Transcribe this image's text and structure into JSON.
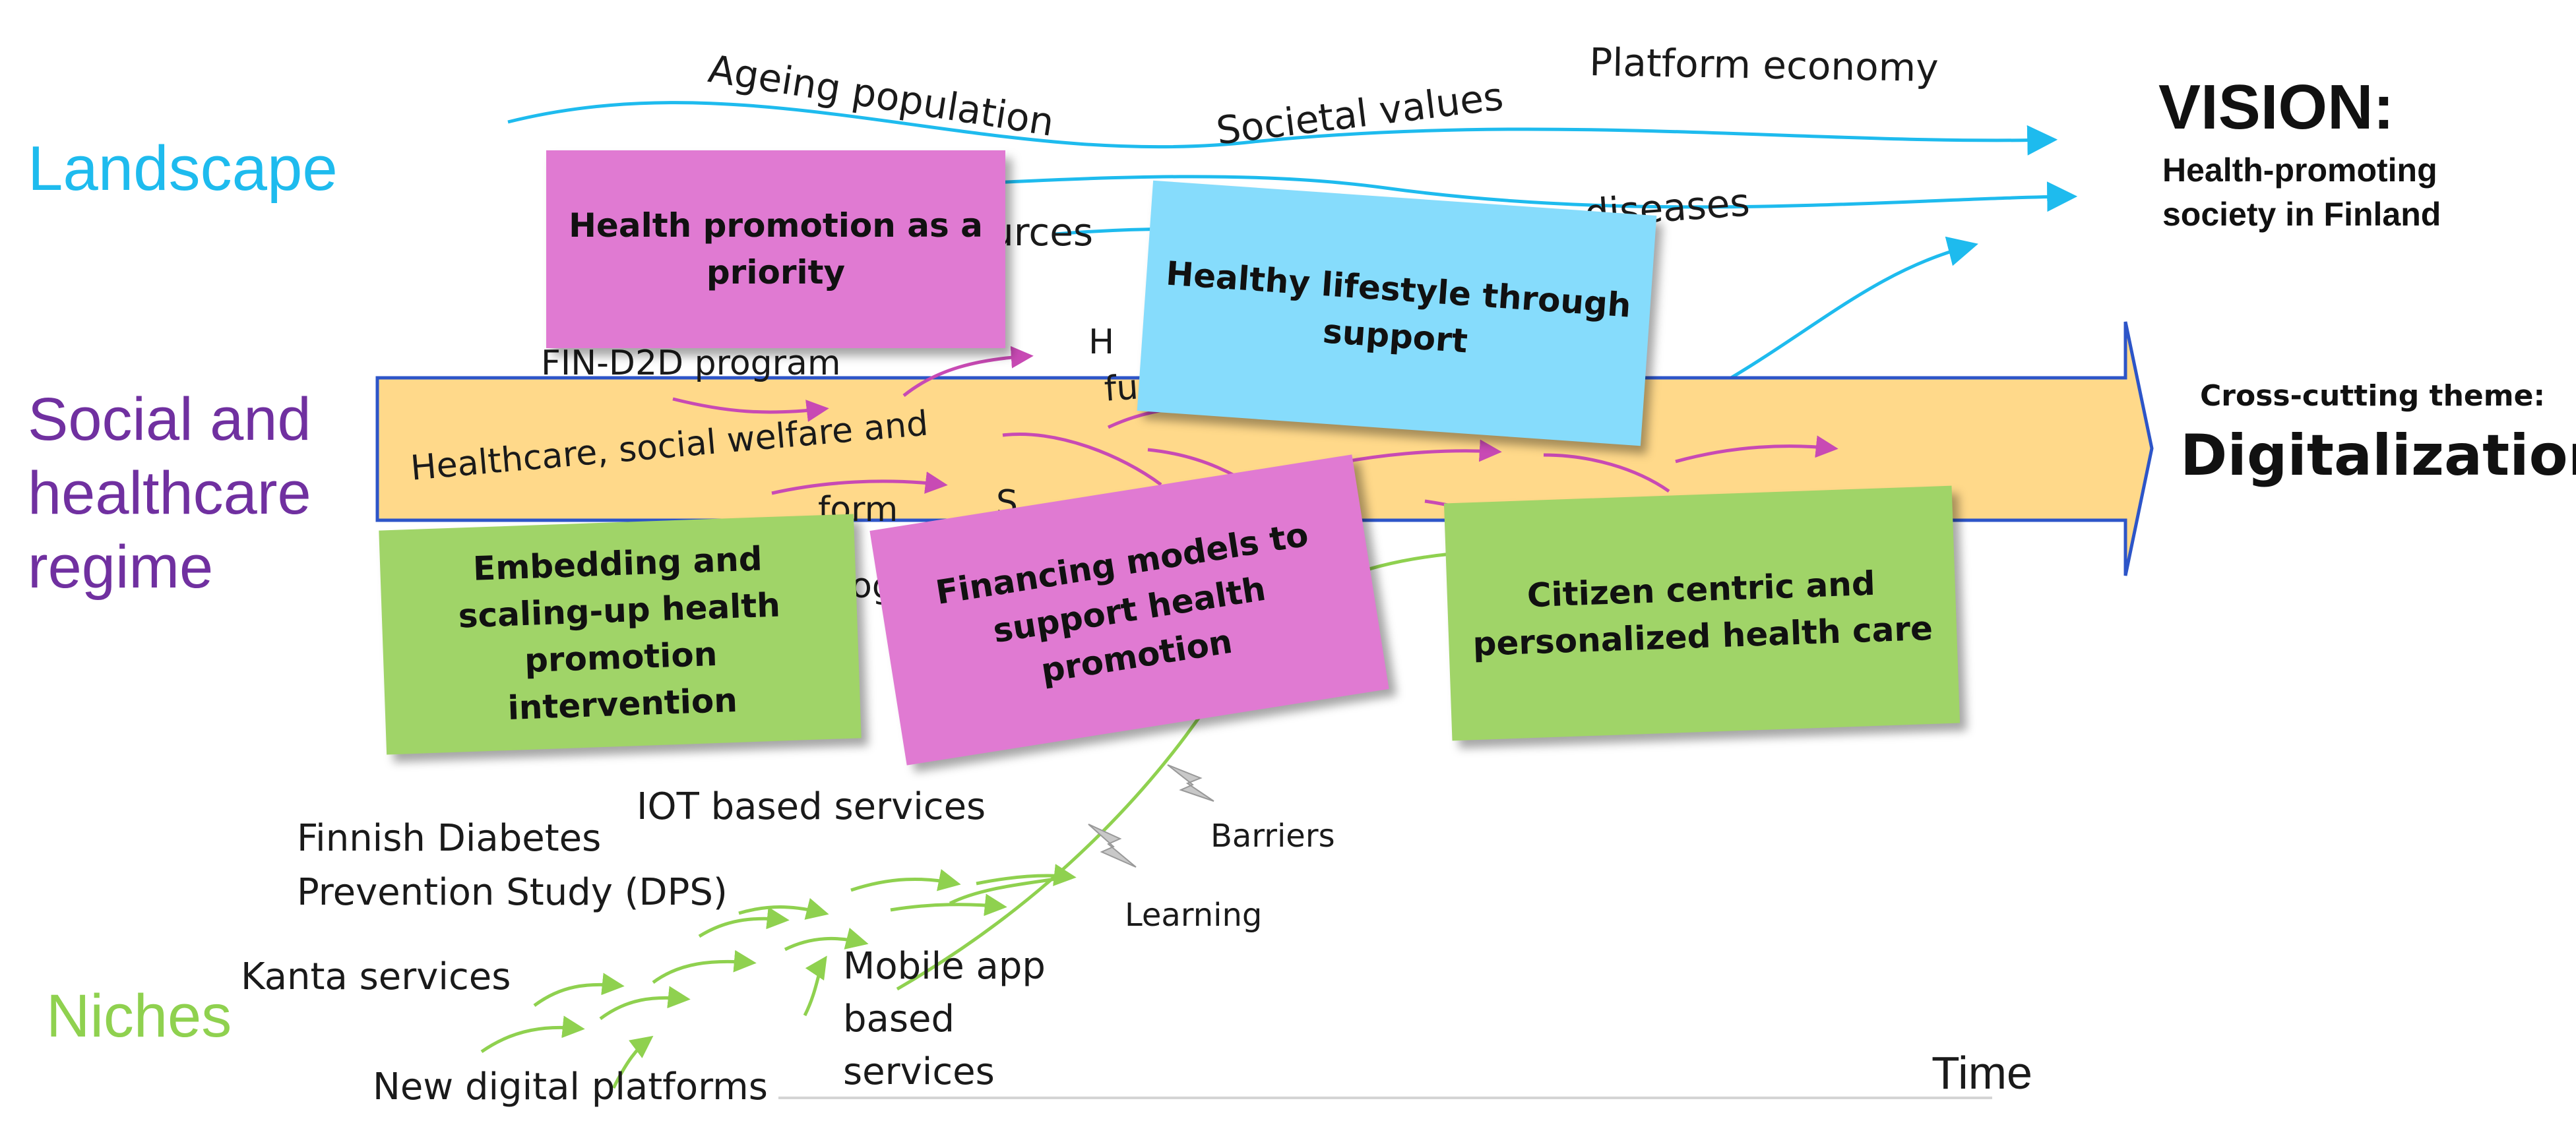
{
  "levels": {
    "landscape": "Landscape",
    "regime": "Social and healthcare regime",
    "niches": "Niches"
  },
  "landscape_labels": {
    "ageing": "Ageing population",
    "societal": "Societal values",
    "platform": "Platform economy",
    "resources": "urces",
    "diseases": "diseases"
  },
  "regime_labels": {
    "find2d": "FIN-D2D program",
    "ht": "H",
    "funding": "fundi",
    "healthcare_a": "Healthcare, social welfare and",
    "healthcare_b": "form",
    "s4": "S",
    "og": "og"
  },
  "niche_labels": {
    "iot": "IOT based services",
    "dps_a": "Finnish Diabetes",
    "dps_b": "Prevention Study (DPS)",
    "kanta": "Kanta services",
    "newdig": "New digital platforms",
    "mobile_a": "Mobile app",
    "mobile_b": "based",
    "mobile_c": "services",
    "barriers": "Barriers",
    "learning": "Learning"
  },
  "vision": {
    "title": "VISION:",
    "line1": "Health-promoting",
    "line2": "society in Finland"
  },
  "crosscut": {
    "small": "Cross-cutting theme:",
    "big": "Digitalization"
  },
  "time_label": "Time",
  "notes": {
    "n1": [
      "Health promotion as a",
      "priority"
    ],
    "n2": [
      "Healthy lifestyle through",
      "support"
    ],
    "n3": [
      "Embedding and",
      "scaling-up health",
      "promotion",
      "intervention"
    ],
    "n4": [
      "Financing models to",
      "support health",
      "promotion"
    ],
    "n5": [
      "Citizen centric and",
      "personalized health care"
    ]
  },
  "colors": {
    "landscape": "#1ebbee",
    "regime": "#7030a0",
    "niches": "#8fd14f",
    "arrow_fill": "#ffd98a",
    "arrow_stroke": "#2d55c8",
    "pink_note": "#e07ad2",
    "blue_note": "#86dcfc",
    "green_note": "#a0d468",
    "magenta_arrow": "#c84ab4"
  }
}
